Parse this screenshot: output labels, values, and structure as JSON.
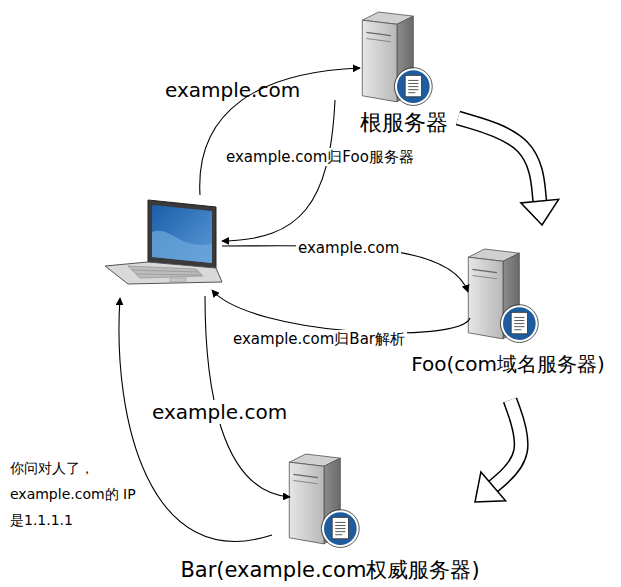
{
  "diagram": {
    "nodes": [
      {
        "text": [
          "根服务器"
        ]
      },
      {
        "text": [
          "Foo(com域名服务器)"
        ]
      },
      {
        "text": [
          "Bar(example.com权威服务器)"
        ]
      }
    ],
    "edges": [
      {
        "from": 0,
        "to": 1,
        "arrow": "to"
      },
      {
        "from": 1,
        "to": 2,
        "arrow": "to"
      }
    ],
    "labels": [
      "example.com",
      "example.com归Foo服务器",
      "example.com",
      "example.com归Bar解析",
      "example.com",
      "你问对人了， example.com的 IP是1.1.1.1"
    ]
  }
}
